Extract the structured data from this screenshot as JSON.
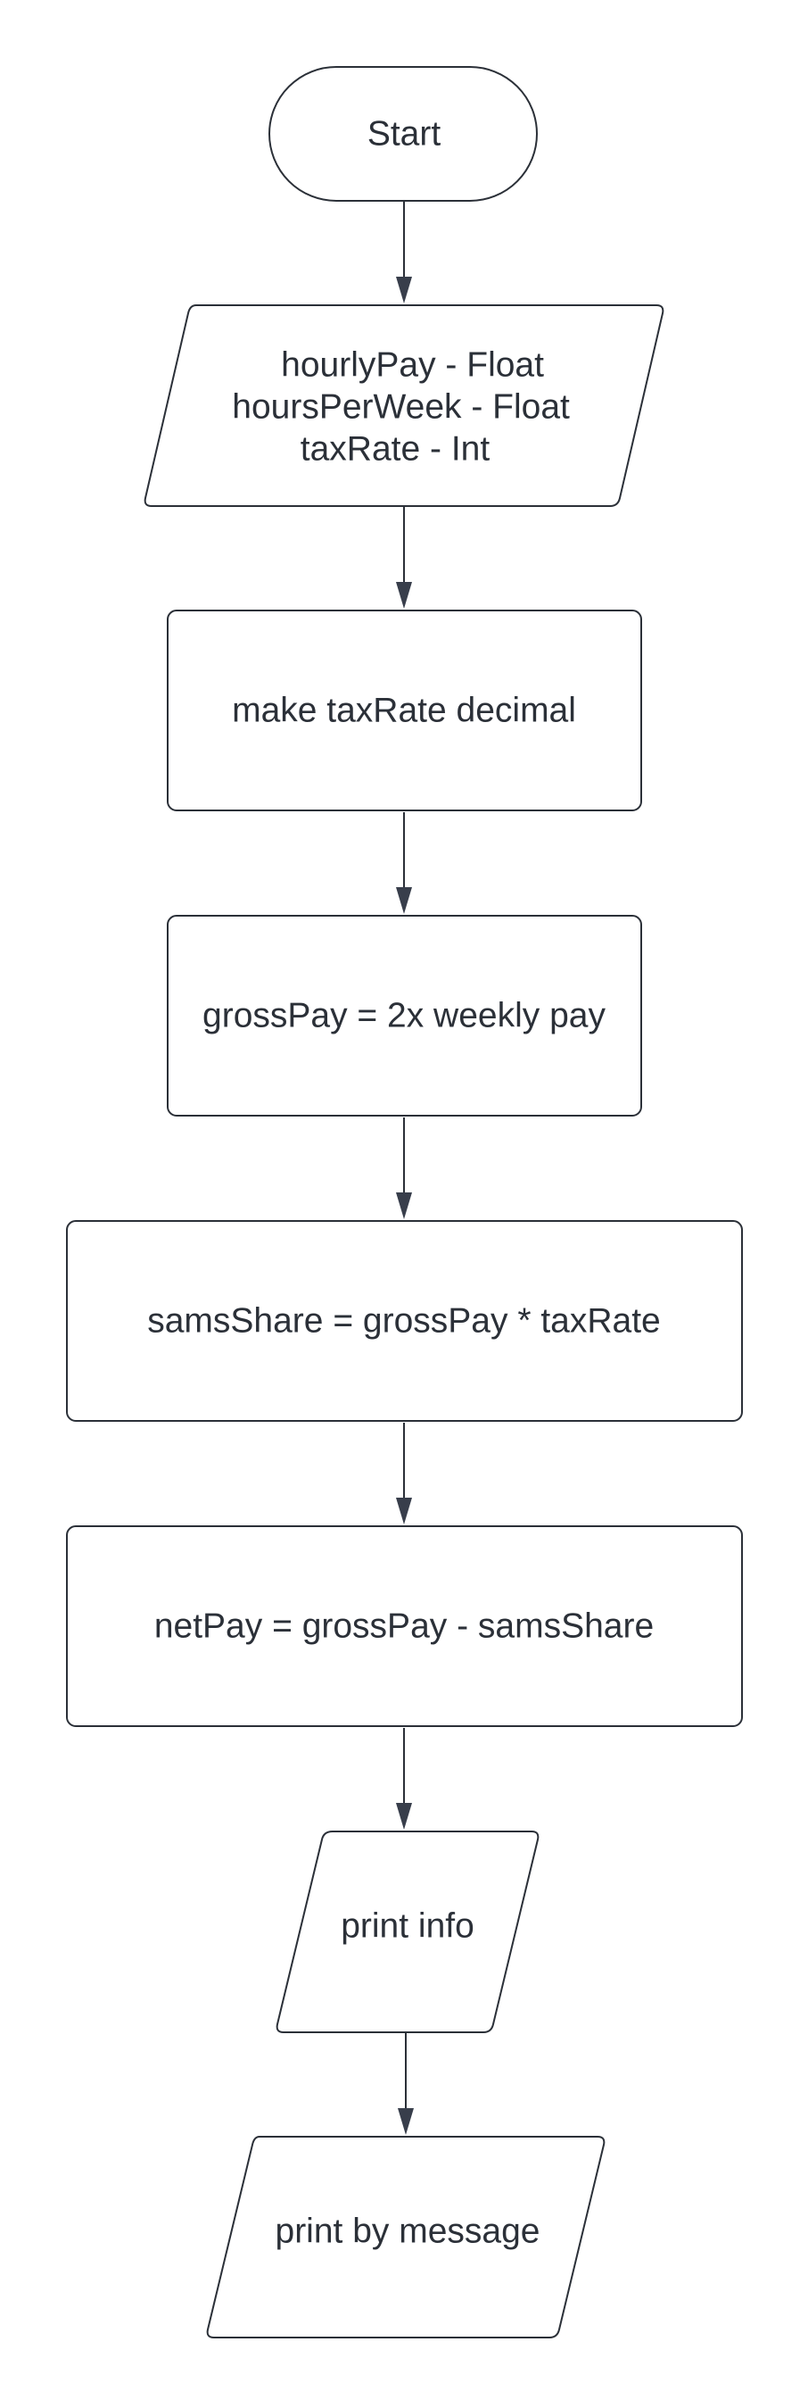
{
  "diagram": {
    "type": "flowchart",
    "colors": {
      "stroke": "#2b3038",
      "text": "#2b3038",
      "arrow": "#383e4b",
      "fill": "#ffffff"
    },
    "nodes": {
      "start": {
        "shape": "terminator",
        "label": "Start"
      },
      "input": {
        "shape": "input-output",
        "lines": [
          "hourlyPay - Float",
          "hoursPerWeek - Float",
          "taxRate - Int"
        ]
      },
      "convert": {
        "shape": "process",
        "label": "make taxRate decimal"
      },
      "gross": {
        "shape": "process",
        "label": "grossPay = 2x weekly pay"
      },
      "share": {
        "shape": "process",
        "label": "samsShare = grossPay * taxRate"
      },
      "net": {
        "shape": "process",
        "label": "netPay = grossPay - samsShare"
      },
      "print_info": {
        "shape": "input-output",
        "label": "print info"
      },
      "print_bye": {
        "shape": "input-output",
        "label": "print by message"
      }
    },
    "edges": [
      {
        "from": "start",
        "to": "input"
      },
      {
        "from": "input",
        "to": "convert"
      },
      {
        "from": "convert",
        "to": "gross"
      },
      {
        "from": "gross",
        "to": "share"
      },
      {
        "from": "share",
        "to": "net"
      },
      {
        "from": "net",
        "to": "print_info"
      },
      {
        "from": "print_info",
        "to": "print_bye"
      }
    ]
  }
}
